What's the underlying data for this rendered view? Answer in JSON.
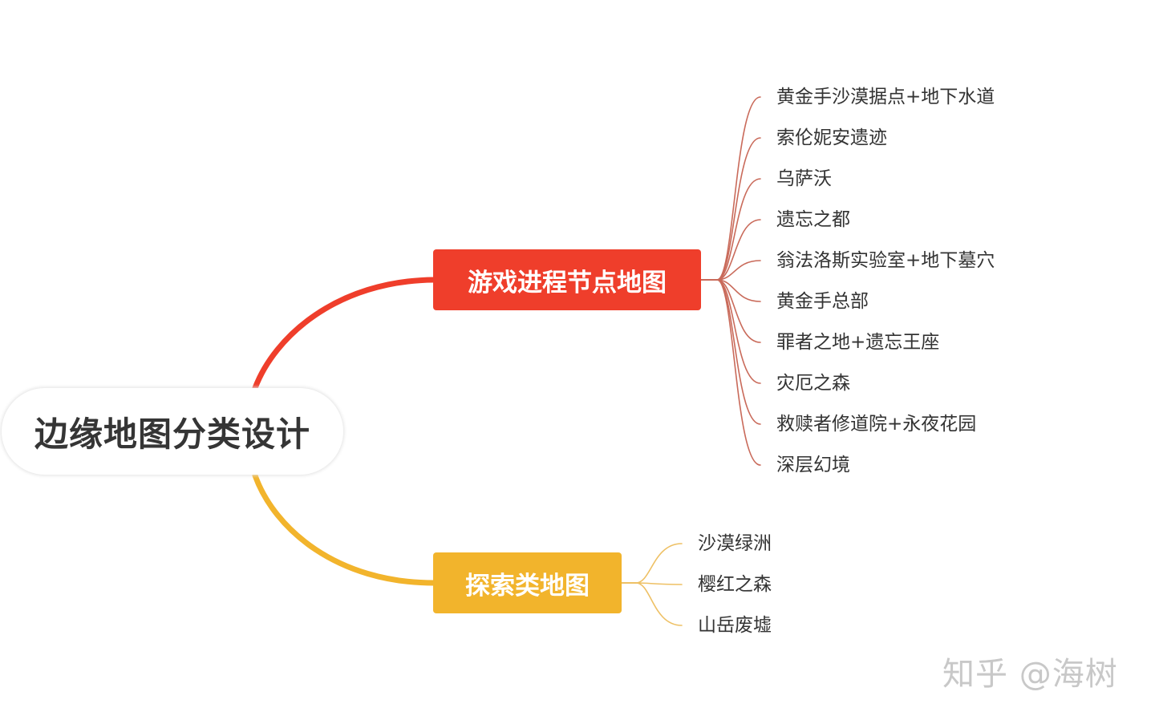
{
  "colors": {
    "background": "#ffffff",
    "progress_branch": "#ef3e2b",
    "progress_leaf_line": "#c96a5a",
    "explore_branch": "#f2b42c",
    "explore_leaf_line": "#eec064",
    "root_text": "#353535",
    "leaf_text": "#333333",
    "watermark": "#c8c8c8"
  },
  "root": {
    "label": "边缘地图分类设计"
  },
  "branches": {
    "progress": {
      "label": "游戏进程节点地图",
      "children": [
        "黄金手沙漠据点+地下水道",
        "索伦妮安遗迹",
        "乌萨沃",
        "遗忘之都",
        "翁法洛斯实验室+地下墓穴",
        "黄金手总部",
        "罪者之地+遗忘王座",
        "灾厄之森",
        "救赎者修道院+永夜花园",
        "深层幻境"
      ]
    },
    "explore": {
      "label": "探索类地图",
      "children": [
        "沙漠绿洲",
        "樱红之森",
        "山岳废墟"
      ]
    }
  },
  "watermark": {
    "text": "知乎 @海树"
  }
}
